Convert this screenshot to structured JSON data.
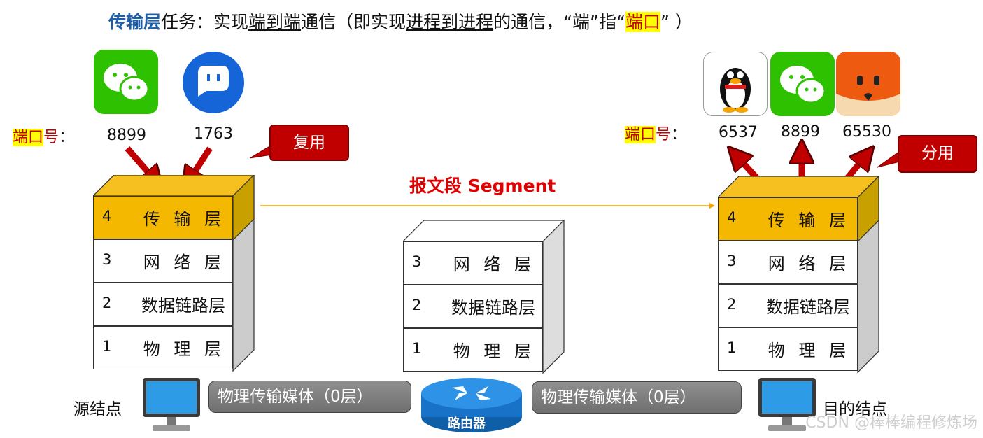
{
  "title": {
    "p1": "传输层",
    "p2": "任务：实现",
    "p3": "端到端",
    "p4": "通信（即实现",
    "p5": "进程到进程",
    "p6": "的通信，“端”指“",
    "p7": "端口",
    "p8": "” ）"
  },
  "source": {
    "port_label_a": "端口",
    "port_label_b": "号",
    "port_label_c": "：",
    "ports": [
      "8899",
      "1763"
    ],
    "callout": "复用",
    "node_label": "源结点",
    "apps": [
      "wechat",
      "chat-app"
    ]
  },
  "dest": {
    "port_label_a": "端口",
    "port_label_b": "号",
    "port_label_c": "：",
    "ports": [
      "6537",
      "8899",
      "65530"
    ],
    "callout": "分用",
    "node_label": "目的结点",
    "apps": [
      "qq",
      "wechat",
      "fox-app"
    ]
  },
  "segment_label": "报文段 Segment",
  "layers": [
    {
      "num": "4",
      "name": "传 输 层"
    },
    {
      "num": "3",
      "name": "网 络 层"
    },
    {
      "num": "2",
      "name": "数据链路层"
    },
    {
      "num": "1",
      "name": "物 理 层"
    }
  ],
  "router_label": "路由器",
  "medium_label": "物理传输媒体（0层）",
  "watermark": "CSDN @棒棒编程修炼场",
  "colors": {
    "transport": "#f5b800",
    "callout": "#c00000",
    "highlight": "#ffff00",
    "title_blue": "#1f5fa8"
  }
}
